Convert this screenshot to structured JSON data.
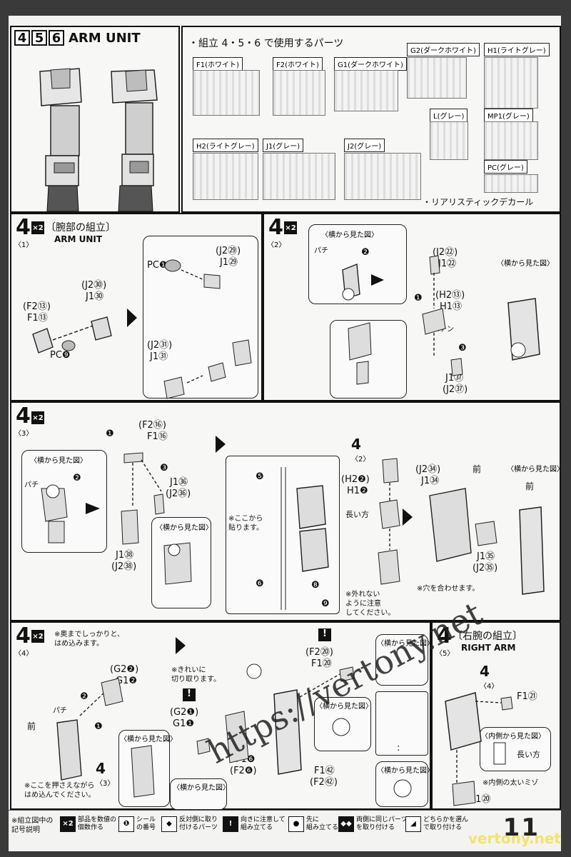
{
  "header": {
    "steps": [
      "4",
      "5",
      "6"
    ],
    "title": "ARM UNIT"
  },
  "parts_list": {
    "heading": "・組立 4・5・6 で使用するパーツ",
    "runners": [
      "F1(ホワイト)",
      "F2(ホワイト)",
      "G1(ダークホワイト)",
      "G2(ダークホワイト)",
      "H1(ライトグレー)",
      "L(グレー)",
      "MP1(グレー)",
      "H2(ライトグレー)",
      "J1(グレー)",
      "J2(グレー)",
      "PC(グレー)"
    ],
    "decal": "・リアリスティックデカール"
  },
  "step41": {
    "num": "4",
    "sub": "〈1〉",
    "qty": "×2",
    "title": "〔腕部の組立〕",
    "subtitle": "ARM UNIT",
    "labels": {
      "a": "(J2㉚)",
      "b": "J1㉚",
      "c": "(F2⑬)",
      "d": "F1⑬",
      "e": "PC❾",
      "f": "PC❶",
      "g": "(J2㉙)",
      "h": "J1㉙",
      "i": "(J2㉛)",
      "j": "J1㉛"
    }
  },
  "step42": {
    "num": "4",
    "sub": "〈2〉",
    "qty": "×2",
    "side_view": "〈横から見た図〉",
    "side_view2": "〈横から見た図〉",
    "labels": {
      "a": "(J2㉒)",
      "b": "J1㉒",
      "c": "(H2⑬)",
      "d": "H1⑬",
      "e": "パチン",
      "f": "J1㊲",
      "g": "(J2㊲)",
      "s1": "❷",
      "s2": "❶",
      "s3": "❸",
      "pachi": "パチ"
    }
  },
  "step43": {
    "num": "4",
    "sub": "〈3〉",
    "qty": "×2",
    "side_view": "〈横から見た図〉",
    "side_view2": "〈横から見た図〉",
    "side_view3": "〈横から見た図〉",
    "labels": {
      "a": "(F2⑯)",
      "b": "F1⑯",
      "c": "J1㊱",
      "d": "(J2㊱)",
      "e": "J1㊳",
      "f": "(J2㊳)",
      "s1": "❶",
      "s2": "❷",
      "s3": "❸",
      "pachi": "パチ"
    },
    "sticker": {
      "n5": "❺",
      "n6": "❻",
      "n8": "❽",
      "n9": "❾",
      "note": "※ここから\n貼ります。"
    },
    "mid": {
      "step": "4",
      "sub": "〈2〉",
      "a": "(H2❷)",
      "b": "H1❷",
      "long": "長い方",
      "note": "※外れない\nように注意\nしてください。"
    },
    "right": {
      "a": "(J2㉞)",
      "b": "J1㉞",
      "front": "前",
      "c": "J1㉟",
      "d": "(J2㉟)",
      "note": "※穴を合わせます。",
      "front2": "前"
    }
  },
  "step44": {
    "num": "4",
    "sub": "〈4〉",
    "qty": "×2",
    "note1": "※奥までしっかりと、\nはめ込みます。",
    "labels": {
      "a": "(G2❷)",
      "b": "G1❷",
      "front": "前",
      "s1": "❶",
      "s2": "❷",
      "pachi": "パチ",
      "step": "4",
      "stepsub": "〈3〉"
    },
    "side_view": "〈横から見た図〉",
    "note2": "※ここを押さえながら\nはめ込んでください。",
    "cut_note": "※きれいに\n切り取ります。",
    "g": {
      "a": "(G2❶)",
      "b": "G1❶"
    },
    "f6": {
      "a": "F1❻",
      "b": "(F2❻)"
    },
    "f20": {
      "a": "(F2⑳)",
      "b": "F1⑳"
    },
    "f42": {
      "a": "F1㊷",
      "b": "(F2㊷)"
    },
    "side_view2": "〈横から見た図〉",
    "side_view3": "〈横から見た図〉",
    "side_view4": "〈横から見た図〉",
    "side_view5": "〈横から見た図〉",
    "colon": ":"
  },
  "step45": {
    "num": "4",
    "sub": "〈5〉",
    "title": "〔右腕の組立〕",
    "subtitle": "RIGHT ARM",
    "labels": {
      "step": "4",
      "stepsub": "〈4〉",
      "a": "F1㉑",
      "inner": "〈内側から見た図〉",
      "long": "長い方",
      "note": "※内側の太いミゾ",
      "b": "G1⑳"
    }
  },
  "legend": {
    "title": "※組立図中の\n記号説明",
    "items": [
      {
        "icon": "×2",
        "text": "部品を数値の\n個数作る"
      },
      {
        "icon": "❶",
        "text": "シール\nの番号"
      },
      {
        "icon": "◆",
        "text": "反対側に取り\n付けるパーツ"
      },
      {
        "icon": "!",
        "text": "向きに注意して\n組み立てる"
      },
      {
        "icon": "●",
        "text": "先に\n組み立てる"
      },
      {
        "icon": "◆◆",
        "text": "両側に同じパーツ\nを取り付ける"
      },
      {
        "icon": "◢",
        "text": "どちらかを選ん\nで取り付ける"
      }
    ],
    "page": "11"
  },
  "watermark": {
    "url": "https://vertony.net",
    "brand": "vertony.net"
  }
}
